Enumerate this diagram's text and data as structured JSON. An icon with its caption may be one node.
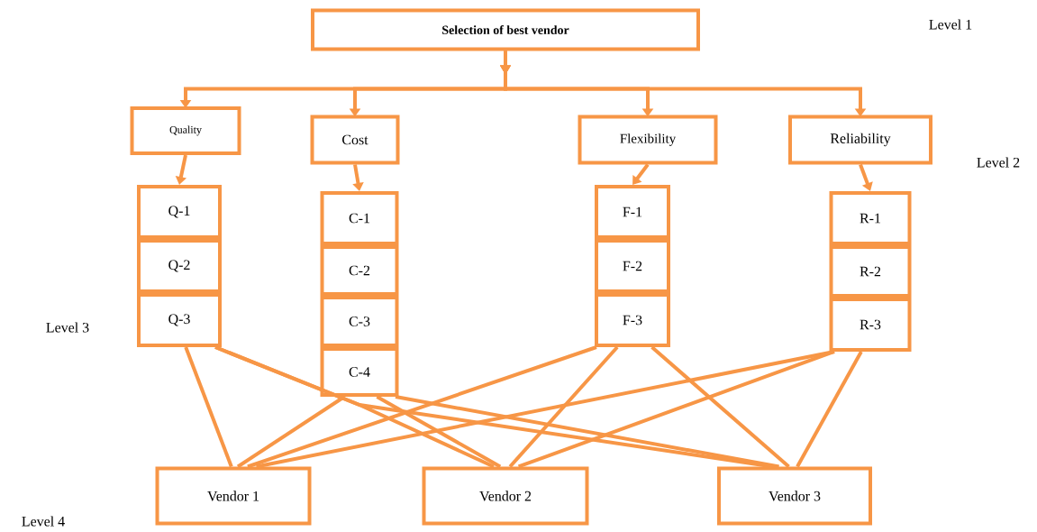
{
  "diagram": {
    "nodes": [
      {
        "text": [
          "Selection of best vendor"
        ]
      },
      {
        "text": [
          "Quality"
        ]
      },
      {
        "text": [
          "Cost"
        ]
      },
      {
        "text": [
          "Flexibility"
        ]
      },
      {
        "text": [
          "Reliability"
        ]
      },
      {
        "text": [
          "Q-1"
        ]
      },
      {
        "text": [
          "Q-2"
        ]
      },
      {
        "text": [
          "Q-3"
        ]
      },
      {
        "text": [
          "C-1"
        ]
      },
      {
        "text": [
          "C-2"
        ]
      },
      {
        "text": [
          "C-3"
        ]
      },
      {
        "text": [
          "C-4"
        ]
      },
      {
        "text": [
          "F-1"
        ]
      },
      {
        "text": [
          "F-2"
        ]
      },
      {
        "text": [
          "F-3"
        ]
      },
      {
        "text": [
          "R-1"
        ]
      },
      {
        "text": [
          "R-2"
        ]
      },
      {
        "text": [
          "R-3"
        ]
      },
      {
        "text": [
          "Vendor 1"
        ]
      },
      {
        "text": [
          "Vendor 2"
        ]
      },
      {
        "text": [
          "Vendor 3"
        ]
      }
    ],
    "edges": [
      {
        "from": 0,
        "to": 1,
        "arrow": "to"
      },
      {
        "from": 0,
        "to": 2,
        "arrow": "to"
      },
      {
        "from": 0,
        "to": 3,
        "arrow": "to"
      },
      {
        "from": 0,
        "to": 4,
        "arrow": "to"
      },
      {
        "from": 1,
        "to": 5,
        "arrow": "to"
      },
      {
        "from": 2,
        "to": 8,
        "arrow": "to"
      },
      {
        "from": 3,
        "to": 12,
        "arrow": "to"
      },
      {
        "from": 4,
        "to": 15,
        "arrow": "to"
      },
      {
        "from": 7,
        "to": 18,
        "arrow": "none"
      },
      {
        "from": 7,
        "to": 19,
        "arrow": "none"
      },
      {
        "from": 7,
        "to": 20,
        "arrow": "none"
      },
      {
        "from": 11,
        "to": 18,
        "arrow": "none"
      },
      {
        "from": 11,
        "to": 19,
        "arrow": "none"
      },
      {
        "from": 11,
        "to": 20,
        "arrow": "none"
      },
      {
        "from": 14,
        "to": 18,
        "arrow": "none"
      },
      {
        "from": 14,
        "to": 19,
        "arrow": "none"
      },
      {
        "from": 14,
        "to": 20,
        "arrow": "none"
      },
      {
        "from": 17,
        "to": 18,
        "arrow": "none"
      },
      {
        "from": 17,
        "to": 19,
        "arrow": "none"
      },
      {
        "from": 17,
        "to": 20,
        "arrow": "none"
      }
    ],
    "labels": [
      "Level 1",
      "Level 2",
      "Level 3",
      "Level 4"
    ]
  }
}
